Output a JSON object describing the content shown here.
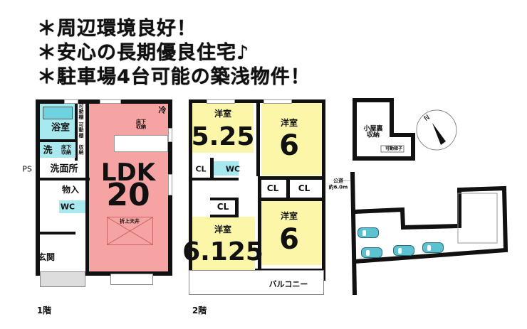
{
  "headlines": [
    "＊周辺環境良好！",
    "＊安心の長期優良住宅♪",
    "＊駐車場4台可能の築浅物件！"
  ],
  "floor1": {
    "title": "1階",
    "rooms": {
      "bath": "浴室",
      "wash": "洗",
      "underfloor_storage_1": "床下収納",
      "storage": "収納",
      "washroom": "洗面所",
      "ps": "PS",
      "closet": "物入",
      "wc": "WC",
      "entrance": "玄関",
      "movable_shelf_1": "可動棚",
      "movable_shelf_2": "可動棚",
      "fridge": "冷",
      "underfloor_storage_2": "床下収納",
      "ldk_label": "LDK",
      "ldk_size": "20",
      "coffered_ceiling": "折上天井"
    }
  },
  "floor2": {
    "title": "2階",
    "rooms": {
      "room1_label": "洋室",
      "room1_size": "5.25",
      "room2_label": "洋室",
      "room2_size": "6",
      "room3_label": "洋室",
      "room3_size": "6.125",
      "room4_label": "洋室",
      "room4_size": "6",
      "cl1": "CL",
      "cl2": "CL",
      "cl3": "CL",
      "cl4": "CL",
      "wc": "WC",
      "balcony": "バルコニー"
    }
  },
  "attic": {
    "label": "小屋裏収納",
    "ladder": "可動梯子"
  },
  "compass": {
    "north": "N"
  },
  "site": {
    "road": "公道",
    "road_width": "約6.0m",
    "parking_spaces": 4
  },
  "colors": {
    "ldk": "#f6a3a3",
    "bedroom": "#fbf6a8",
    "water": "#a8e9ef",
    "car": "#5cc1d0"
  }
}
